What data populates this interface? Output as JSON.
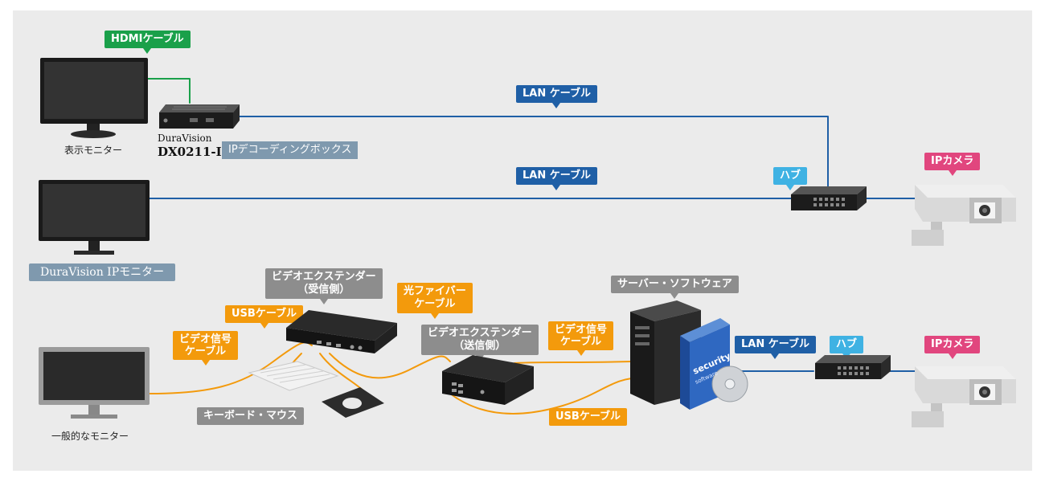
{
  "labels": {
    "hdmi_cable": "HDMIケーブル",
    "lan_cable_top": "LAN ケーブル",
    "lan_cable_mid": "LAN ケーブル",
    "lan_cable_bottom": "LAN ケーブル",
    "ip_decoding_box": "IPデコーディングボックス",
    "hub_top": "ハブ",
    "hub_bottom": "ハブ",
    "ip_camera_top": "IPカメラ",
    "ip_camera_bottom": "IPカメラ",
    "duravision_ip_monitor": "DuraVision IPモニター",
    "video_extender_rx": "ビデオエクステンダー\n（受信側）",
    "video_extender_tx": "ビデオエクステンダー\n（送信側）",
    "fiber_cable": "光ファイバー\nケーブル",
    "usb_cable_top": "USBケーブル",
    "usb_cable_bottom": "USBケーブル",
    "video_signal_cable_left": "ビデオ信号\nケーブル",
    "video_signal_cable_right": "ビデオ信号\nケーブル",
    "server_software": "サーバー・ソフトウェア",
    "keyboard_mouse": "キーボード・マウス"
  },
  "captions": {
    "display_monitor": "表示モニター",
    "general_monitor": "一般的なモニター",
    "product_brand": "DuraVision",
    "product_model": "DX0211-IP",
    "software_box_title": "security",
    "software_box_sub": "software"
  },
  "colors": {
    "hdmi": "#1aa04a",
    "lan": "#1f5fa6",
    "video": "#f39a0c",
    "hub": "#3fb2e3",
    "camera": "#e1467e",
    "label_gray": "#8d8d8d",
    "label_slate": "#7f99ae",
    "background": "#ebebeb"
  }
}
